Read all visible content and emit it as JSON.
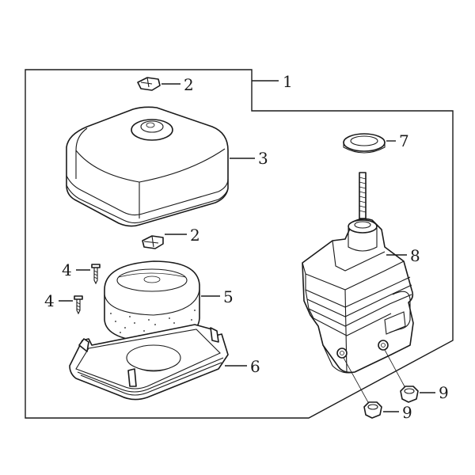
{
  "diagram": {
    "assembly_label": "1",
    "callouts": [
      {
        "id": "cover-clip-top",
        "label": "2"
      },
      {
        "id": "cleaner-cover",
        "label": "3"
      },
      {
        "id": "cover-clip-mid",
        "label": "2"
      },
      {
        "id": "screw-upper",
        "label": "4"
      },
      {
        "id": "screw-lower",
        "label": "4"
      },
      {
        "id": "air-filter-element",
        "label": "5"
      },
      {
        "id": "base-tray",
        "label": "6"
      },
      {
        "id": "seal-ring",
        "label": "7"
      },
      {
        "id": "cleaner-body",
        "label": "8"
      },
      {
        "id": "nut-right",
        "label": "9"
      },
      {
        "id": "nut-bottom",
        "label": "9"
      }
    ]
  }
}
